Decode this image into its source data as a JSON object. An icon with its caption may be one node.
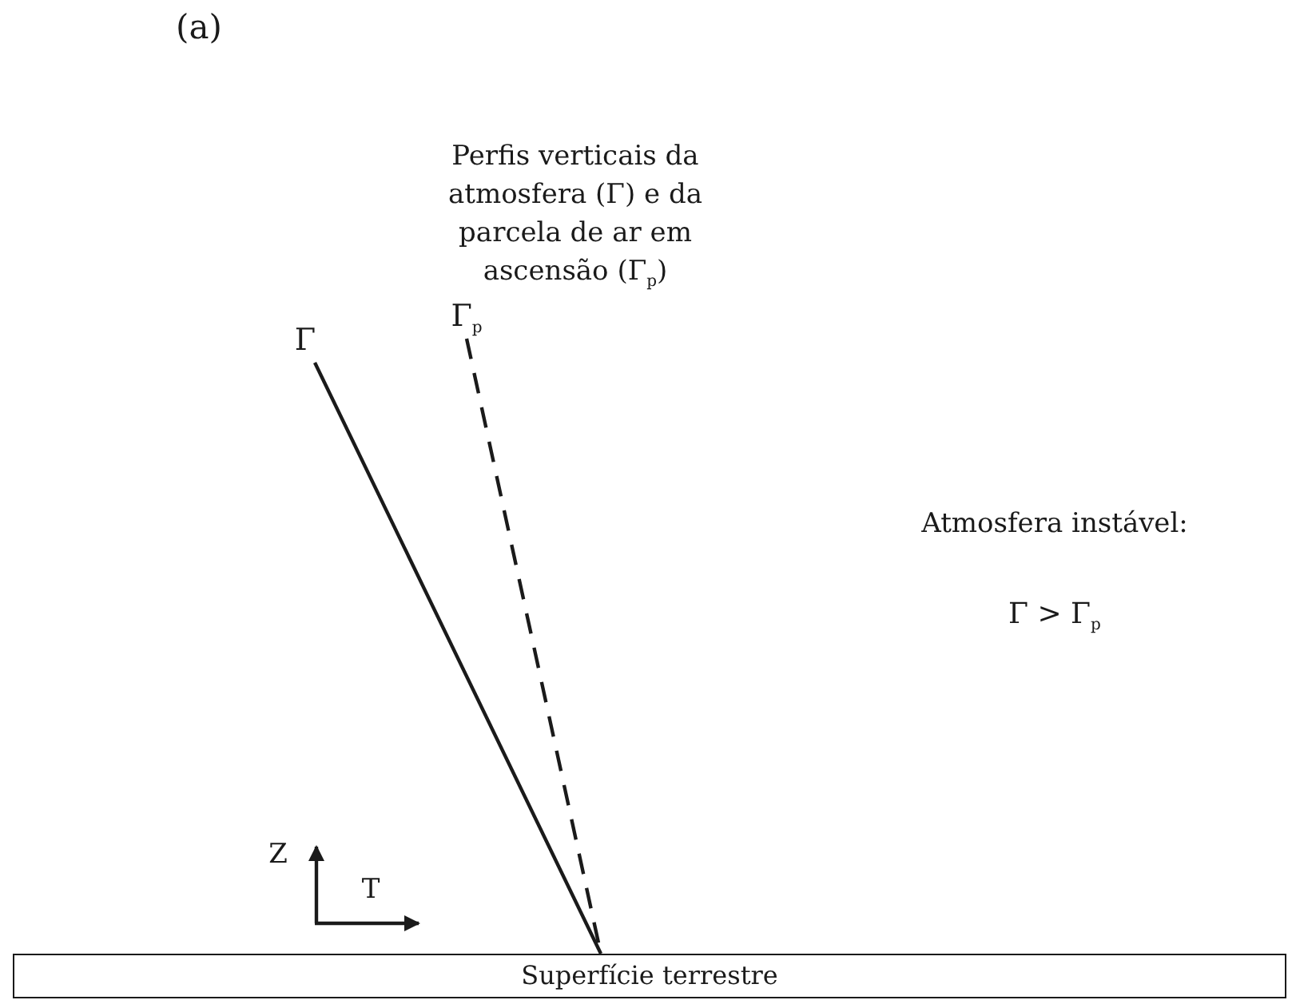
{
  "diagram": {
    "nodes": [
      {
        "text": [
          "Γ"
        ]
      },
      {
        "text": [
          "Γ$_{p}$"
        ]
      },
      {
        "text": [
          "Superfície terrestre"
        ]
      }
    ],
    "edges": [
      {
        "from": 0,
        "to": 2,
        "arrow": "none"
      },
      {
        "from": 1,
        "to": 2,
        "arrow": "none",
        "style": "dashed"
      }
    ],
    "labels": [
      "(a)",
      "Perfis verticais da atmosfera (Γ) e da parcela de ar em ascensão (Γ$_{p}$)",
      "Atmosfera instável:",
      "Γ > Γ$_{p}$",
      "Z",
      "T"
    ]
  }
}
